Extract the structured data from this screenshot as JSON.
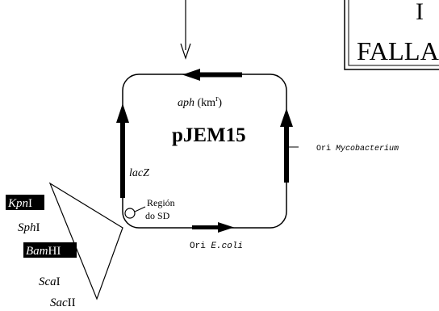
{
  "plasmid": {
    "name": "pJEM15",
    "gene_aph": "aph",
    "gene_aph_resist_prefix": " (km",
    "gene_aph_resist_sup": "r",
    "gene_aph_resist_suffix": ")",
    "gene_lacz": "lacZ",
    "sd_line1": "Región",
    "sd_line2": "do SD",
    "ori_ecoli_prefix": "Ori ",
    "ori_ecoli_italic": "E.coli",
    "ori_myco_prefix": "Ori ",
    "ori_myco_italic": "Mycobacterium"
  },
  "restriction_sites": [
    {
      "italic": "Kpn",
      "roman": "I",
      "highlighted": true
    },
    {
      "italic": "Sph",
      "roman": "I",
      "highlighted": false
    },
    {
      "italic": "Bam",
      "roman": "HI",
      "highlighted": true
    },
    {
      "italic": "Sca",
      "roman": "I",
      "highlighted": false
    },
    {
      "italic": "Sac",
      "roman": "II",
      "highlighted": false
    }
  ],
  "stamp": {
    "line1": "I",
    "line2": "FALLA"
  },
  "colors": {
    "ink": "#000000",
    "paper": "#ffffff"
  }
}
